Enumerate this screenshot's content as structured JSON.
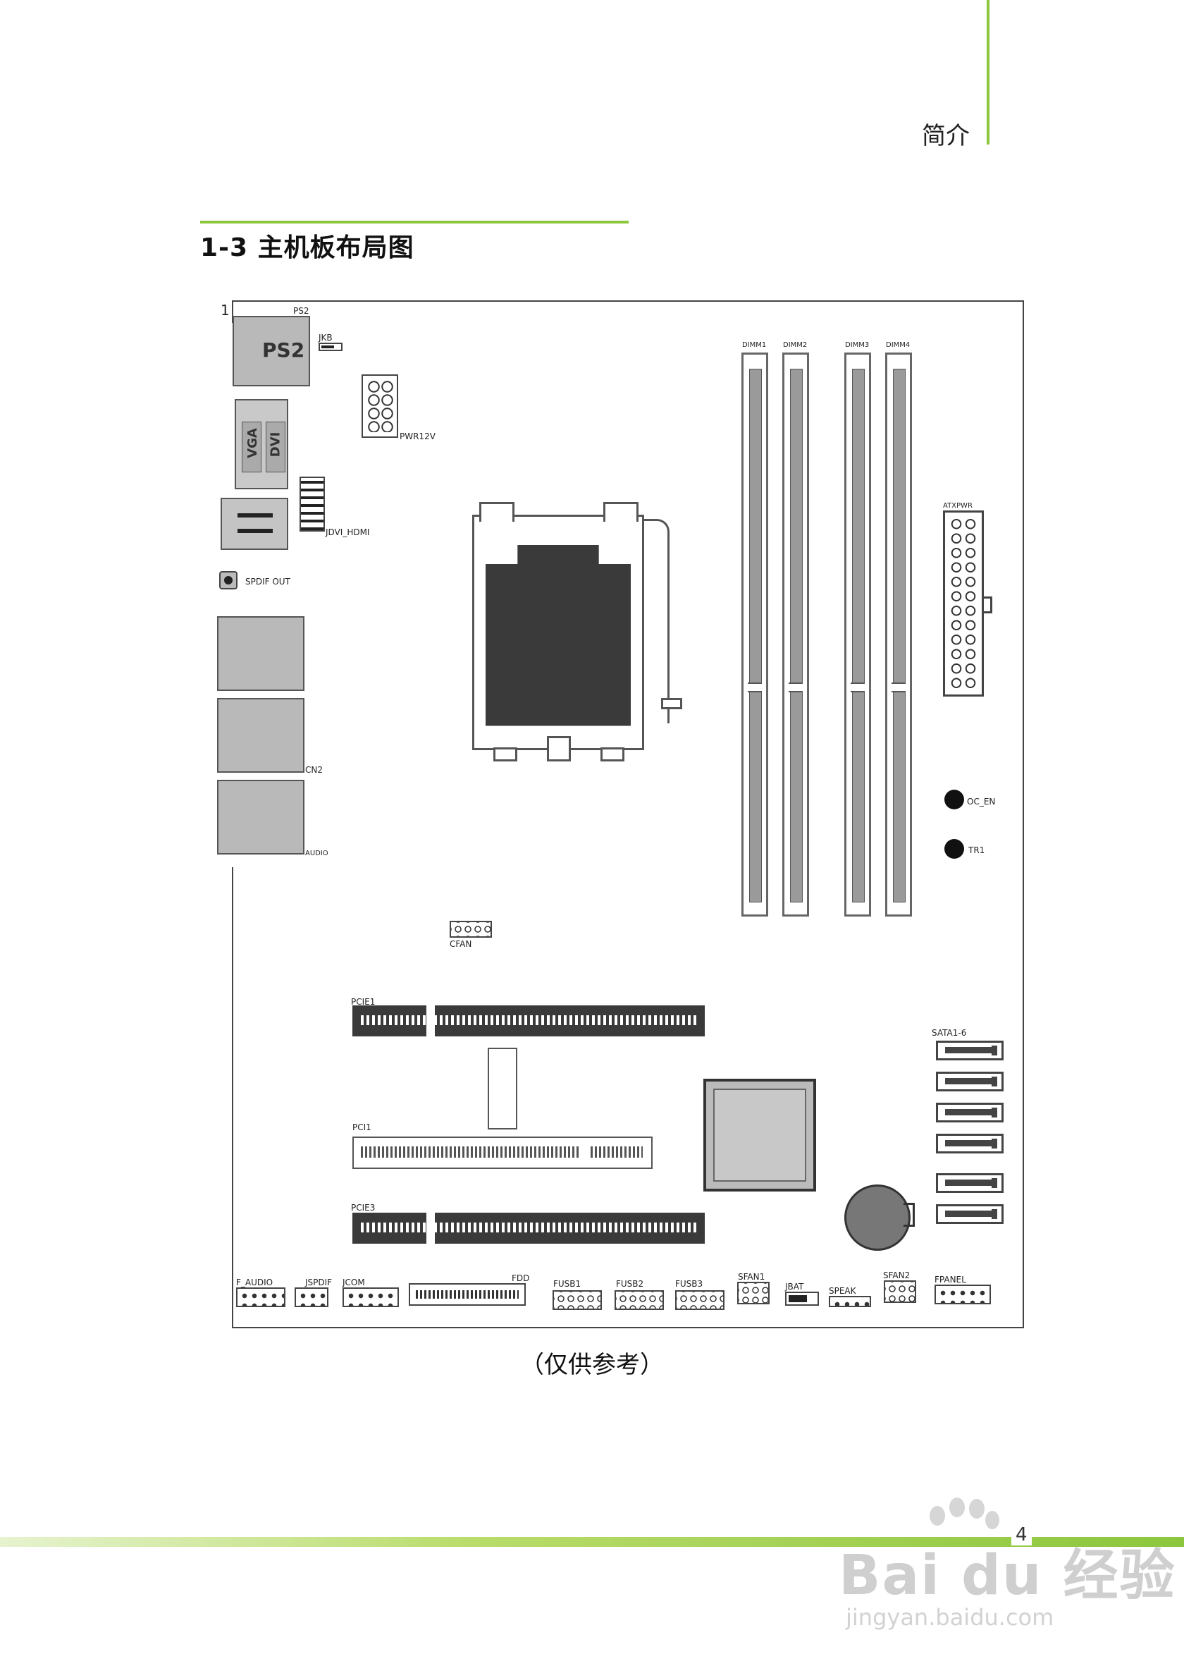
{
  "header": {
    "chapter": "简介"
  },
  "section": {
    "title": "1-3 主机板布局图"
  },
  "board": {
    "pin1_marker": "1",
    "rear_io": {
      "ps2_label": "PS2",
      "ps2_port_text": "PS2",
      "vga_text": "VGA",
      "dvi_text": "DVI",
      "spdif_out": "SPDIF OUT",
      "cn2": "CN2",
      "audio": "AUDIO"
    },
    "jkb": "JKB",
    "pwr12v": "PWR12V",
    "jdvi_hdmi": "JDVI_HDMI",
    "dimms": [
      "DIMM1",
      "DIMM2",
      "DIMM3",
      "DIMM4"
    ],
    "atxpwr": "ATXPWR",
    "oc_en": "OC_EN",
    "tr1": "TR1",
    "cfan": "CFAN",
    "pcie1": "PCIE1",
    "pci1": "PCI1",
    "pcie3": "PCIE3",
    "sata": "SATA1-6",
    "bottom_headers": {
      "f_audio": "F_AUDIO",
      "jspdif": "JSPDIF",
      "jcom": "JCOM",
      "fdd": "FDD",
      "fusb1": "FUSB1",
      "fusb2": "FUSB2",
      "fusb3": "FUSB3",
      "sfan1": "SFAN1",
      "jbat": "JBAT",
      "speak": "SPEAK",
      "sfan2": "SFAN2",
      "fpanel": "FPANEL"
    }
  },
  "caption": "（仅供参考）",
  "page_number": "4",
  "watermark": {
    "brand": "Bai du 经验",
    "url": "jingyan.baidu.com"
  },
  "colors": {
    "accent": "#8cc63e",
    "component_dark": "#3a3a3a",
    "io_gray": "#b9b9b9"
  }
}
